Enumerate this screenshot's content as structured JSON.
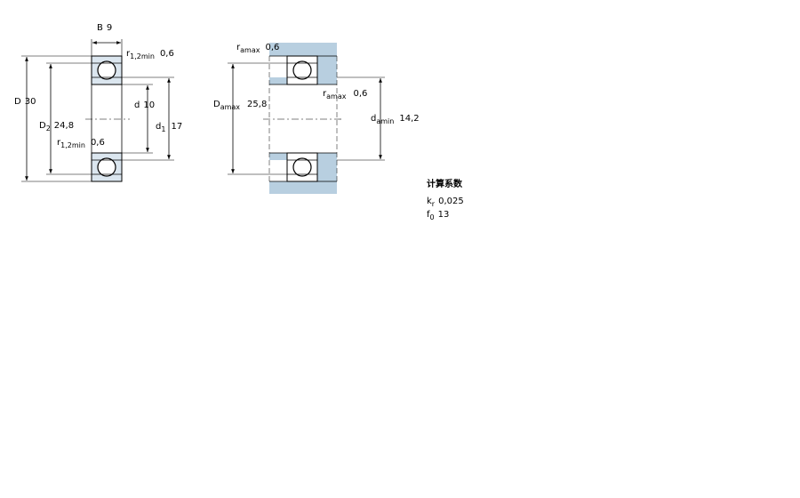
{
  "colors": {
    "housing_fill": "#b8cfe0",
    "ring_fill": "#dbe6ef",
    "line": "#000000",
    "background": "#ffffff"
  },
  "bearing_view": {
    "B": {
      "symbol": "B",
      "value": "9"
    },
    "r12_top": {
      "symbol": "r",
      "sub": "1,2min",
      "value": "0,6"
    },
    "D": {
      "symbol": "D",
      "value": "30"
    },
    "D2": {
      "symbol": "D",
      "sub": "2",
      "value": "24,8"
    },
    "d": {
      "symbol": "d",
      "value": "10"
    },
    "d1": {
      "symbol": "d",
      "sub": "1",
      "value": "17"
    },
    "r12_bottom": {
      "symbol": "r",
      "sub": "1,2min",
      "value": "0,6"
    }
  },
  "abutment_view": {
    "ra_top": {
      "symbol": "r",
      "sub": "amax",
      "value": "0,6"
    },
    "Da": {
      "symbol": "D",
      "sub": "amax",
      "value": "25,8"
    },
    "ra_right": {
      "symbol": "r",
      "sub": "amax",
      "value": "0,6"
    },
    "da": {
      "symbol": "d",
      "sub": "amin",
      "value": "14,2"
    }
  },
  "calc_factors": {
    "title": "计算系数",
    "kr": {
      "symbol": "k",
      "sub": "r",
      "value": "0,025"
    },
    "f0": {
      "symbol": "f",
      "sub": "0",
      "value": "13"
    }
  }
}
